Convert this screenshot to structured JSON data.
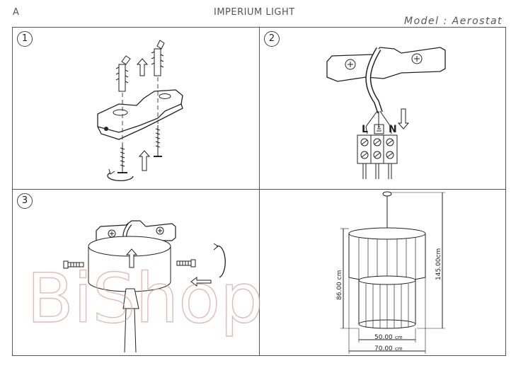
{
  "header": {
    "page_letter": "A",
    "brand": "IMPERIUM LIGHT",
    "model": "Model : Aerostat"
  },
  "steps": {
    "step1": "1",
    "step2": "2",
    "step3": "3"
  },
  "wiring": {
    "live": "L",
    "neutral": "N"
  },
  "dimensions": {
    "total_height": "145.00cm",
    "shade_height": "86.00 cm",
    "inner_diameter": "50.00",
    "outer_diameter": "70.00",
    "unit": "cm"
  },
  "watermark": "BiShop"
}
